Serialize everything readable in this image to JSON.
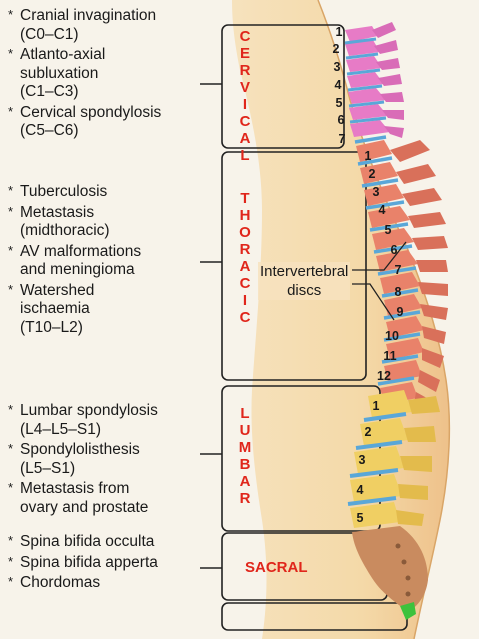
{
  "regions": {
    "cervical": {
      "label": "CERVICAL",
      "conditions": [
        "Cranial invagination (C0–C1)",
        "Atlanto-axial subluxation (C1–C3)",
        "Cervical spondylosis (C5–C6)"
      ],
      "condition_lines": [
        [
          "Cranial invagination",
          "(C0–C1)"
        ],
        [
          "Atlanto-axial",
          "subluxation",
          "(C1–C3)"
        ],
        [
          "Cervical spondylosis",
          "(C5–C6)"
        ]
      ],
      "vertebra_numbers": [
        "1",
        "2",
        "3",
        "4",
        "5",
        "6",
        "7"
      ]
    },
    "thoracic": {
      "label": "THORACIC",
      "condition_lines": [
        [
          "Tuberculosis"
        ],
        [
          "Metastasis",
          "(midthoracic)"
        ],
        [
          "AV malformations",
          "and meningioma"
        ],
        [
          "Watershed",
          "ischaemia",
          "(T10–L2)"
        ]
      ],
      "vertebra_numbers": [
        "1",
        "2",
        "3",
        "4",
        "5",
        "6",
        "7",
        "8",
        "9",
        "10",
        "11",
        "12"
      ]
    },
    "lumbar": {
      "label": "LUMBAR",
      "condition_lines": [
        [
          "Lumbar spondylosis",
          "(L4–L5–S1)"
        ],
        [
          "Spondylolisthesis",
          "(L5–S1)"
        ],
        [
          "Metastasis from",
          "ovary and prostate"
        ]
      ],
      "vertebra_numbers": [
        "1",
        "2",
        "3",
        "4",
        "5"
      ]
    },
    "sacral": {
      "label": "SACRAL",
      "condition_lines": [
        [
          "Spina bifida occulta"
        ],
        [
          "Spina bifida apperta"
        ],
        [
          "Chordomas"
        ]
      ]
    }
  },
  "callout": {
    "line1": "Intervertebral",
    "line2": "discs"
  },
  "colors": {
    "cervical": "#e77bc6",
    "thoracic": "#e9826a",
    "lumbar": "#f0cf63",
    "sacral": "#c98b5f",
    "coccyx": "#3cc23c",
    "disc": "#5aa7d8",
    "label_red": "#e0261b",
    "body": "#f3d8a6"
  }
}
